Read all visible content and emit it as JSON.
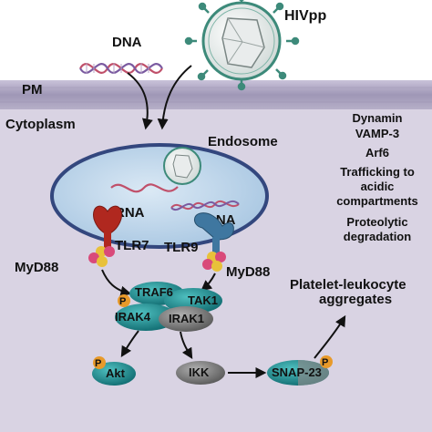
{
  "labels": {
    "hiv": "HIVpp",
    "dna_outside": "DNA",
    "pm": "PM",
    "cytoplasm": "Cytoplasm",
    "endosome": "Endosome",
    "rna": "RNA",
    "dna_inside": "DNA",
    "tlr7": "TLR7",
    "tlr9": "TLR9",
    "myd88_left": "MyD88",
    "myd88_right": "MyD88",
    "traf6": "TRAF6",
    "tak1": "TAK1",
    "irak4": "IRAK4",
    "irak1": "IRAK1",
    "phospho_p": "P",
    "akt": "Akt",
    "ikk": "IKK",
    "snap23": "SNAP-23",
    "platelet_line1": "Platelet-leukocyte",
    "platelet_line2": "aggregates"
  },
  "side_list": [
    "Dynamin",
    "VAMP-3",
    "Arf6",
    "Trafficking to",
    "acidic",
    "compartments",
    "Proteolytic",
    "degradation"
  ],
  "colors": {
    "outside_bg": "#ffffff",
    "membrane": "#a7a0bc",
    "cytoplasm": "#d8d2e2",
    "endosome_fill": "#c6dced",
    "endosome_border": "#33477e",
    "tlr7": "#b0281f",
    "tlr9": "#3f77a0",
    "myd88_pink": "#d94a7a",
    "myd88_yellow": "#e8c13a",
    "teal_protein": "#1b8a8c",
    "gray_protein": "#7b7b7b",
    "phospho": "#e89a2a"
  }
}
